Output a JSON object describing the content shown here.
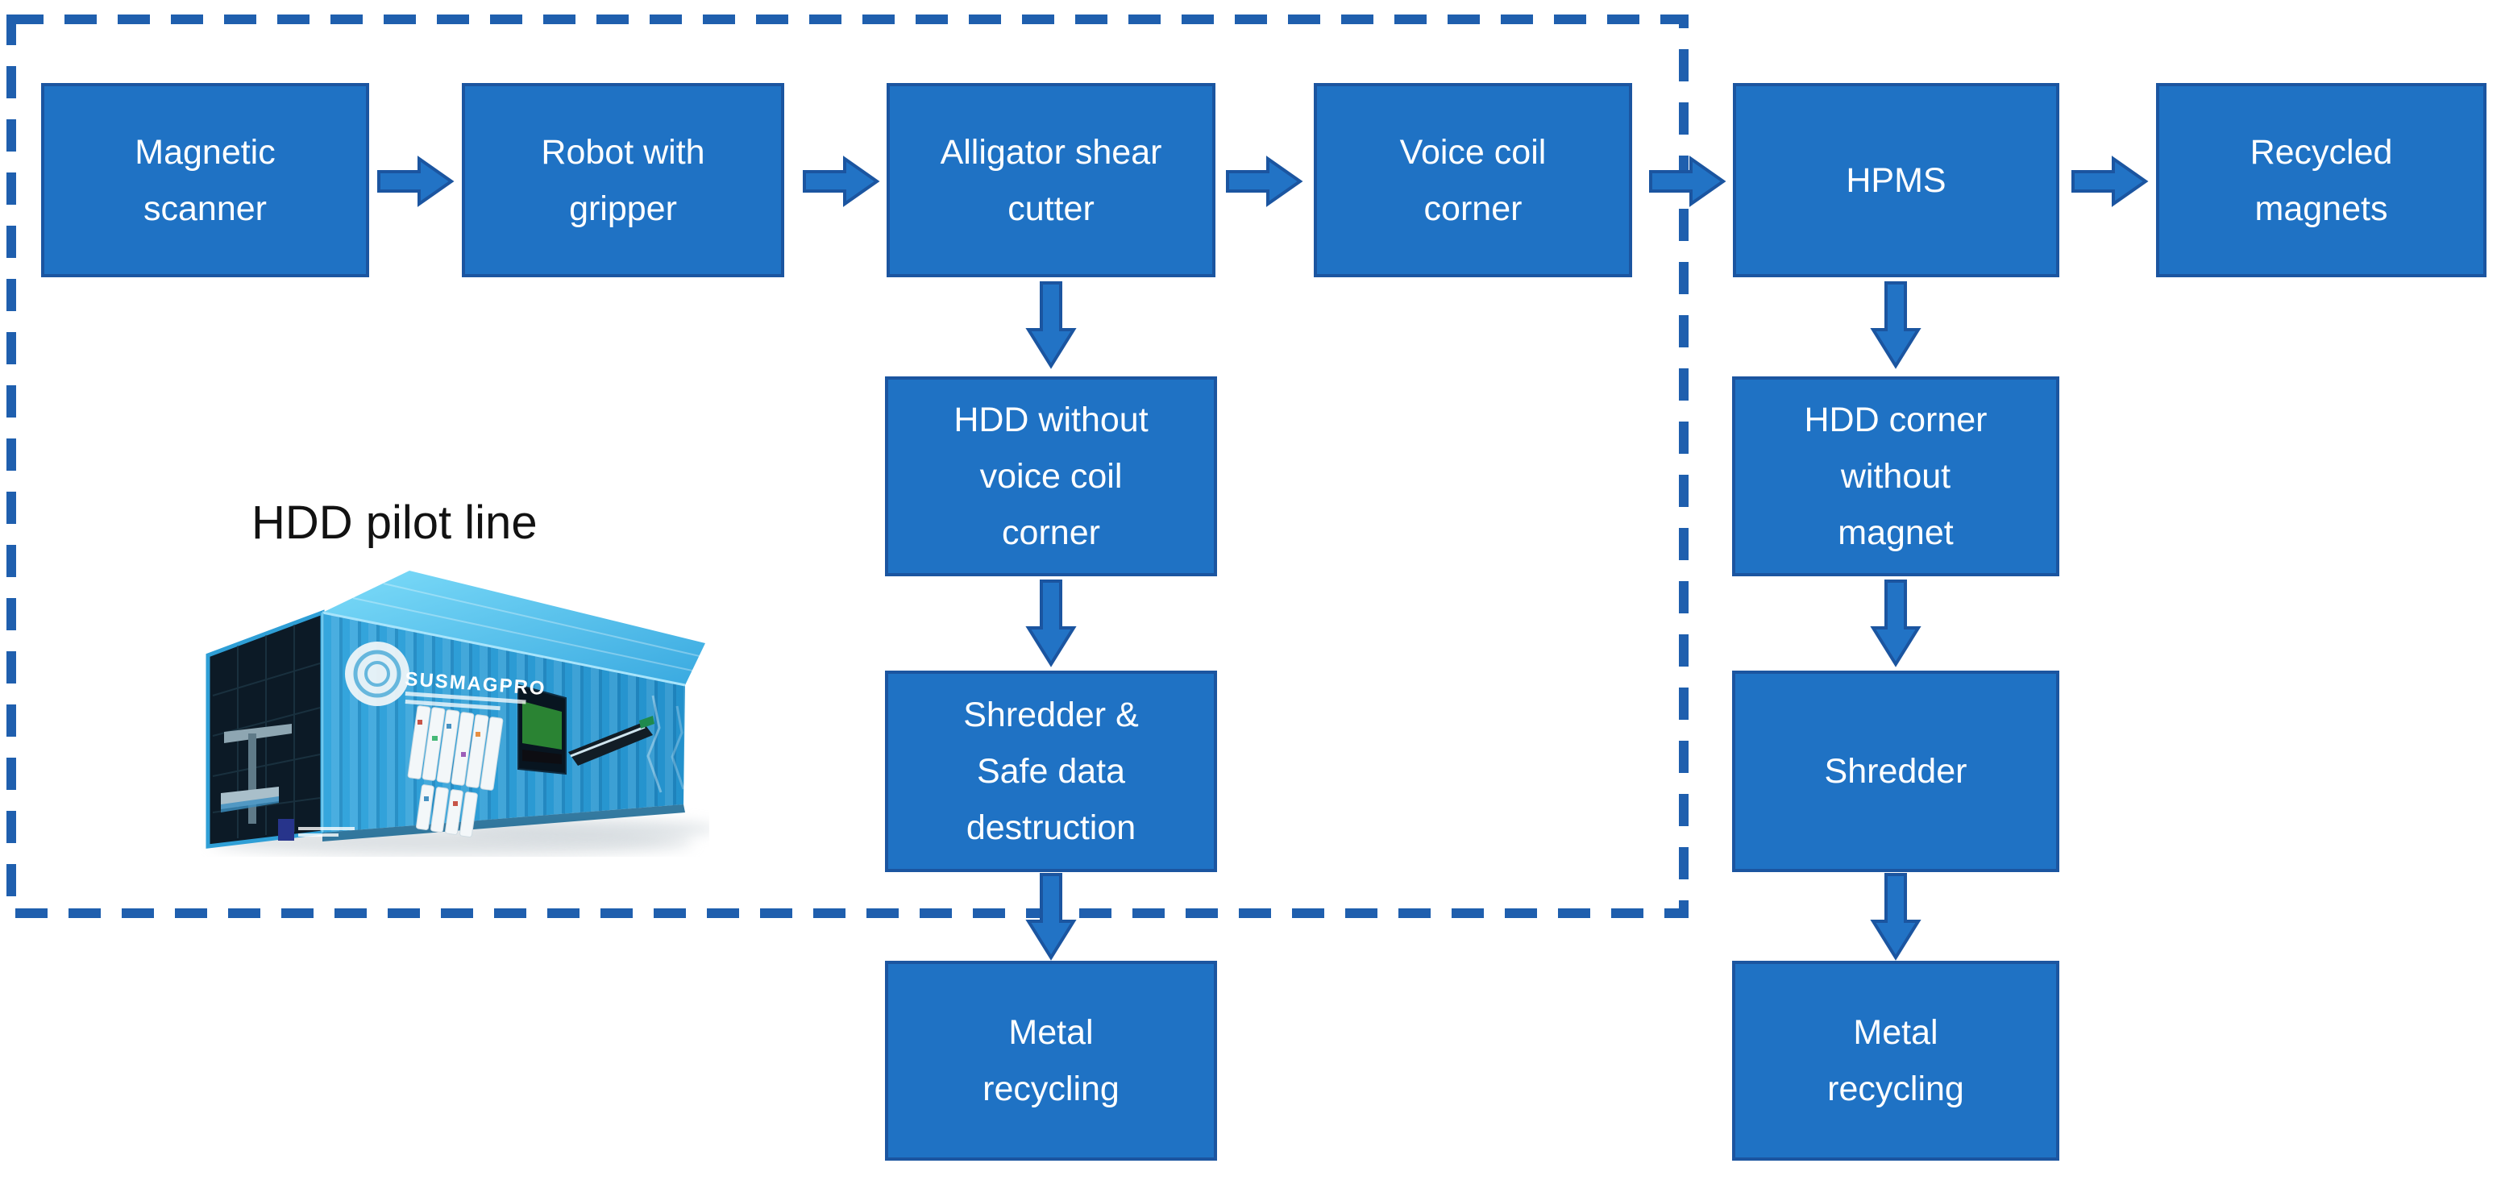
{
  "theme": {
    "bg": "#ffffff",
    "box_fill": "#1f72c4",
    "box_border": "#1b55a0",
    "arrow_fill": "#2273c5",
    "arrow_border": "#1b55a0",
    "dash_color": "#1f5fae",
    "node_text": "#ffffff",
    "title_color": "#121212"
  },
  "pilot_line": {
    "label": "HDD pilot line"
  },
  "container": {
    "logo_text": "SUSMAGPRO"
  },
  "nodes": {
    "magnetic_scanner": "Magnetic scanner",
    "robot_with_gripper": "Robot with gripper",
    "alligator_shear_cutter": "Alligator shear cutter",
    "voice_coil_corner": "Voice coil corner",
    "hpms": "HPMS",
    "recycled_magnets": "Recycled magnets",
    "hdd_without_voice_coil_corner": "HDD without voice coil corner",
    "shredder_safe_data_destruction": "Shredder & Safe data destruction",
    "metal_recycling_left": "Metal recycling",
    "hdd_corner_without_magnet": "HDD corner without magnet",
    "shredder": "Shredder",
    "metal_recycling_right": "Metal recycling"
  },
  "edges": [
    {
      "from": "magnetic_scanner",
      "to": "robot_with_gripper"
    },
    {
      "from": "robot_with_gripper",
      "to": "alligator_shear_cutter"
    },
    {
      "from": "alligator_shear_cutter",
      "to": "voice_coil_corner"
    },
    {
      "from": "voice_coil_corner",
      "to": "hpms"
    },
    {
      "from": "hpms",
      "to": "recycled_magnets"
    },
    {
      "from": "alligator_shear_cutter",
      "to": "hdd_without_voice_coil_corner"
    },
    {
      "from": "hdd_without_voice_coil_corner",
      "to": "shredder_safe_data_destruction"
    },
    {
      "from": "shredder_safe_data_destruction",
      "to": "metal_recycling_left"
    },
    {
      "from": "hpms",
      "to": "hdd_corner_without_magnet"
    },
    {
      "from": "hdd_corner_without_magnet",
      "to": "shredder"
    },
    {
      "from": "shredder",
      "to": "metal_recycling_right"
    }
  ]
}
